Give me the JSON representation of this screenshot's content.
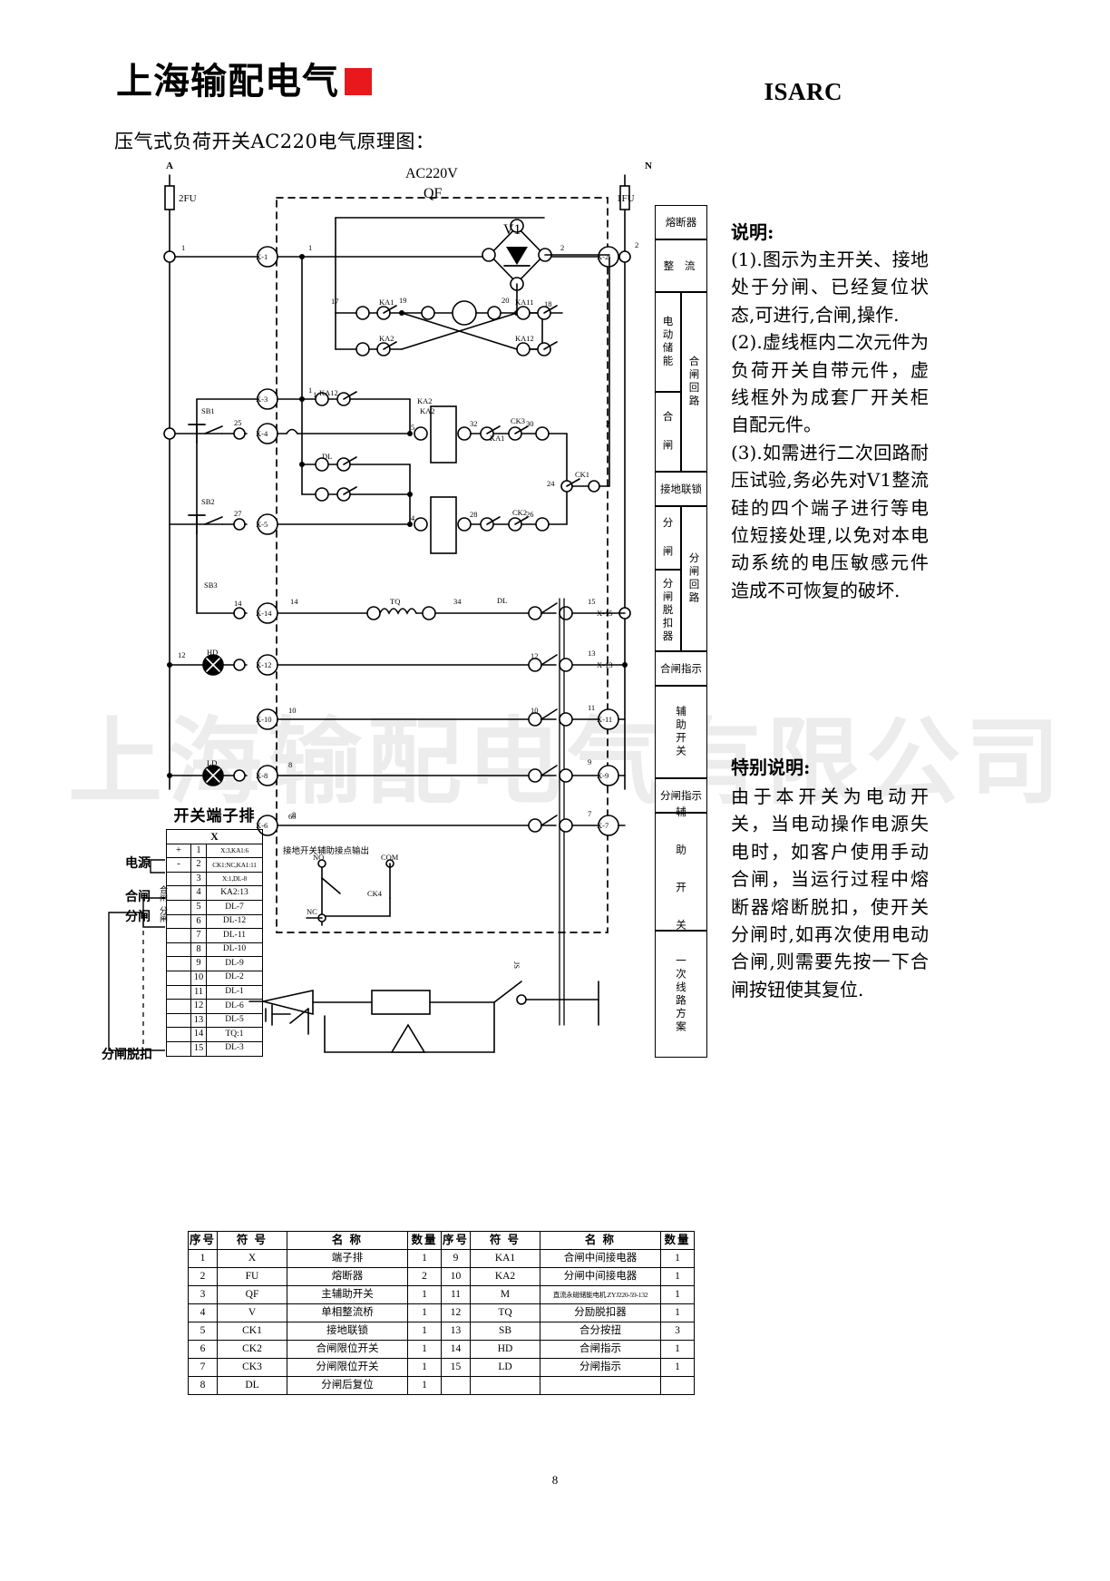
{
  "header": {
    "logo_cn": "上海输配电气",
    "logo_accent_color": "#e8181c",
    "brand_en": "ISARC",
    "doc_title": "压气式负荷开关AC220电气原理图："
  },
  "watermark": "上海输配电气有限公司",
  "notes": {
    "heading": "说明:",
    "items": [
      "(1).图示为主开关、接地处于分闸、已经复位状态,可进行,合闸,操作.",
      "(2).虚线框内二次元件为负荷开关自带元件，虚线框外为成套厂开关柜自配元件。",
      "(3).如需进行二次回路耐压试验,务必先对V1整流硅的四个端子进行等电位短接处理,以免对本电动系统的电压敏感元件造成不可恢复的破坏."
    ]
  },
  "notes_special": {
    "heading": "特别说明:",
    "body": "由于本开关为电动开关，当电动操作电源失电时，如客户使用手动合闸，当运行过程中熔断器熔断脱扣，使开关分闸时,如再次使用电动合闸,则需要先按一下合闸按钮使其复位."
  },
  "schematic": {
    "supply_label": "AC220V",
    "qf_label": "QF",
    "phase_a": "A",
    "phase_n": "N",
    "fuse_left": "2FU",
    "fuse_right": "1FU",
    "rectifier": "V1",
    "ground_aux_caption": "接地开关辅助接点输出",
    "ground_aux_no": "NO",
    "ground_aux_com": "COM",
    "ground_aux_nc": "NC",
    "ground_aux_ck": "CK4",
    "terminals_left": [
      "X-1",
      "X-3",
      "X-4",
      "X-5",
      "X-14",
      "X-12",
      "X-10",
      "X-8",
      "X-6"
    ],
    "terminals_right": [
      "X-2",
      "X-15",
      "X-13",
      "X-11",
      "X-9",
      "X-7"
    ],
    "wire_numbers_left": [
      "1",
      "1",
      "25",
      "27",
      "14",
      "12",
      "10",
      "8",
      "6"
    ],
    "wire_numbers_right": [
      "2",
      "15",
      "13",
      "11",
      "9",
      "7"
    ],
    "devices": [
      "KA1",
      "KA2",
      "KA11",
      "KA12",
      "DL",
      "CK1",
      "CK2",
      "CK3",
      "TQ",
      "SB1",
      "SB2",
      "SB3",
      "HD",
      "LD",
      "M",
      "JS"
    ],
    "node_numbers": [
      "17",
      "18",
      "19",
      "20",
      "5",
      "4",
      "32",
      "30",
      "28",
      "26",
      "24",
      "34",
      "12",
      "10"
    ]
  },
  "function_strip": {
    "items": [
      "熔断器",
      "整  流",
      "电动储能",
      "合  闸",
      "合闸回路",
      "接地联锁",
      "分  闸",
      "分闸脱扣器",
      "分闸回路",
      "合闸指示",
      "辅助开关",
      "分闸指示",
      "辅 助 开 关",
      "一次线路方案"
    ]
  },
  "terminal_block": {
    "title": "开关端子排",
    "header": "X",
    "side_labels": [
      "电源",
      "合闸",
      "分闸",
      "分闸脱扣"
    ],
    "side_small": [
      "合闸",
      "分闸"
    ],
    "rows": [
      {
        "mark": "+",
        "no": "1",
        "conn": "X:3,KA1:6"
      },
      {
        "mark": "-",
        "no": "2",
        "conn": "CK1:NC,KA1:11"
      },
      {
        "mark": "",
        "no": "3",
        "conn": "X:1,DL-8"
      },
      {
        "mark": "",
        "no": "4",
        "conn": "KA2:13"
      },
      {
        "mark": "",
        "no": "5",
        "conn": "DL-7"
      },
      {
        "mark": "",
        "no": "6",
        "conn": "DL-12"
      },
      {
        "mark": "",
        "no": "7",
        "conn": "DL-11"
      },
      {
        "mark": "",
        "no": "8",
        "conn": "DL-10"
      },
      {
        "mark": "",
        "no": "9",
        "conn": "DL-9"
      },
      {
        "mark": "",
        "no": "10",
        "conn": "DL-2"
      },
      {
        "mark": "",
        "no": "11",
        "conn": "DL-1"
      },
      {
        "mark": "",
        "no": "12",
        "conn": "DL-6"
      },
      {
        "mark": "",
        "no": "13",
        "conn": "DL-5"
      },
      {
        "mark": "",
        "no": "14",
        "conn": "TQ:1"
      },
      {
        "mark": "",
        "no": "15",
        "conn": "DL-3"
      }
    ]
  },
  "component_table": {
    "headers": [
      "序号",
      "符 号",
      "名      称",
      "数量",
      "序号",
      "符 号",
      "名      称",
      "数量"
    ],
    "rows": [
      [
        "1",
        "X",
        "端子排",
        "1",
        "9",
        "KA1",
        "合闸中间接电器",
        "1"
      ],
      [
        "2",
        "FU",
        "熔断器",
        "2",
        "10",
        "KA2",
        "分闸中间接电器",
        "1"
      ],
      [
        "3",
        "QF",
        "主辅助开关",
        "1",
        "11",
        "M",
        "直流永磁储能电机.ZYJ220-59-132",
        "1"
      ],
      [
        "4",
        "V",
        "单相整流桥",
        "1",
        "12",
        "TQ",
        "分励脱扣器",
        "1"
      ],
      [
        "5",
        "CK1",
        "接地联锁",
        "1",
        "13",
        "SB",
        "合分按扭",
        "3"
      ],
      [
        "6",
        "CK2",
        "合闸限位开关",
        "1",
        "14",
        "HD",
        "合闸指示",
        "1"
      ],
      [
        "7",
        "CK3",
        "分闸限位开关",
        "1",
        "15",
        "LD",
        "分闸指示",
        "1"
      ],
      [
        "8",
        "DL",
        "分闸后复位",
        "1",
        "",
        "",
        "",
        ""
      ]
    ]
  },
  "footer": {
    "page": "8"
  }
}
